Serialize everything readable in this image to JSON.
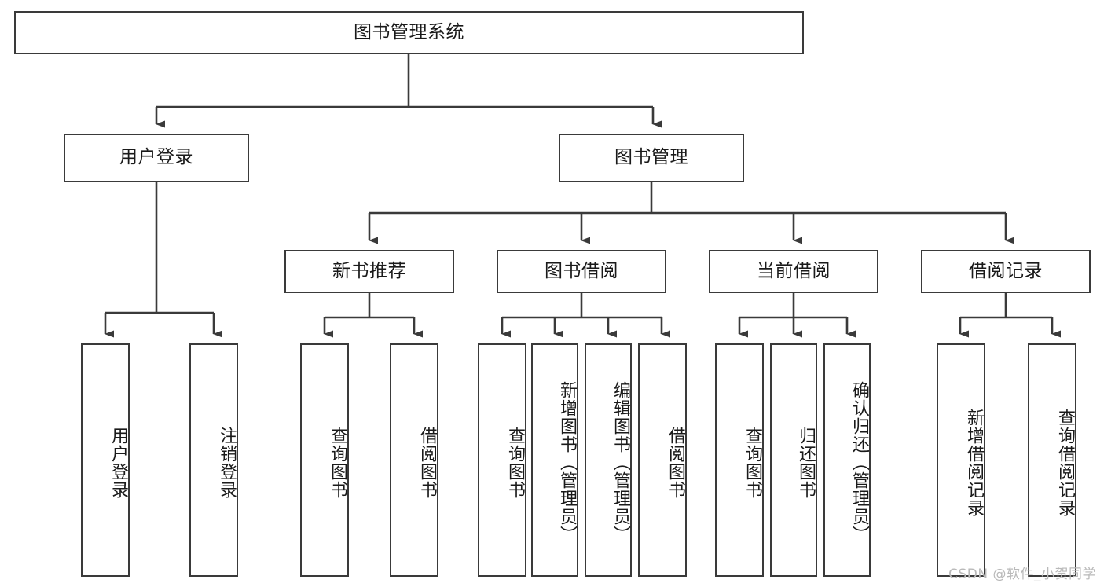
{
  "diagram": {
    "title": "图书管理系统",
    "root": {
      "label": "图书管理系统"
    },
    "level2": [
      {
        "label": "用户登录"
      },
      {
        "label": "图书管理"
      }
    ],
    "level3": [
      {
        "label": "新书推荐"
      },
      {
        "label": "图书借阅"
      },
      {
        "label": "当前借阅"
      },
      {
        "label": "借阅记录"
      }
    ],
    "leaves": {
      "user_login": [
        {
          "label": "用户登录"
        },
        {
          "label": "注销登录"
        }
      ],
      "new_book_recommend": [
        {
          "label": "查询图书"
        },
        {
          "label": "借阅图书"
        }
      ],
      "book_borrow": [
        {
          "label": "查询图书"
        },
        {
          "label": "新增图书（管理员）"
        },
        {
          "label": "编辑图书（管理员）"
        },
        {
          "label": "借阅图书"
        }
      ],
      "current_borrow": [
        {
          "label": "查询图书"
        },
        {
          "label": "归还图书"
        },
        {
          "label": "确认归还（管理员）"
        }
      ],
      "borrow_record": [
        {
          "label": "新增借阅记录"
        },
        {
          "label": "查询借阅记录"
        }
      ]
    },
    "watermark": "CSDN @软件_小贺同学",
    "colors": {
      "stroke": "#3a3a3a",
      "fill": "#ffffff",
      "text": "#1a1a1a",
      "watermark": "#b9b9b9"
    }
  }
}
